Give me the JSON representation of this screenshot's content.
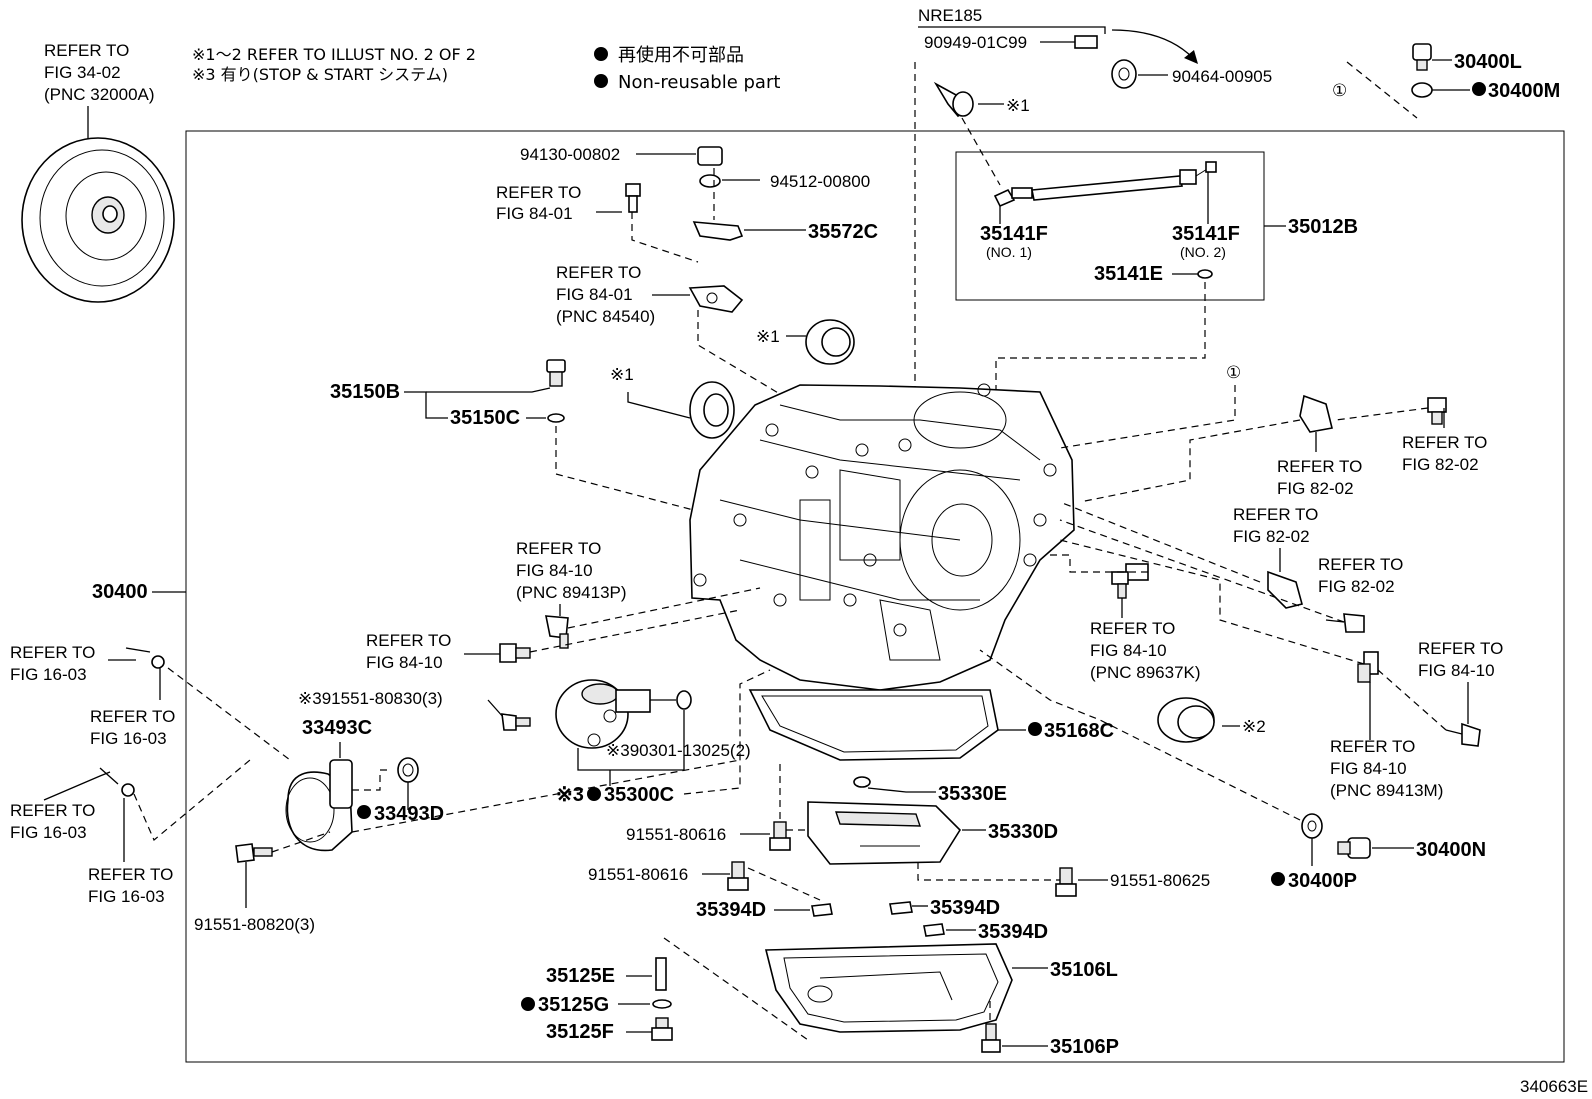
{
  "notes": {
    "line1": "※1～2 REFER TO ILLUST NO. 2 OF 2",
    "line2": "※3 有り(STOP & START システム)"
  },
  "legend": {
    "jp": "再使用不可部品",
    "en": "Non-reusable part"
  },
  "variant": "NRE185",
  "diagram_id": "340663E",
  "refs": {
    "fig_34_02": [
      "REFER TO",
      "FIG 34-02",
      "(PNC 32000A)"
    ],
    "fig_84_01_a": [
      "REFER TO",
      "FIG 84-01"
    ],
    "fig_84_01_b": [
      "REFER TO",
      "FIG 84-01",
      "(PNC 84540)"
    ],
    "fig_84_10_a": [
      "REFER TO",
      "FIG 84-10",
      "(PNC 89413P)"
    ],
    "fig_84_10_b": [
      "REFER TO",
      "FIG 84-10"
    ],
    "fig_84_10_c": [
      "REFER TO",
      "FIG 84-10",
      "(PNC 89637K)"
    ],
    "fig_84_10_d": [
      "REFER TO",
      "FIG 84-10"
    ],
    "fig_84_10_e": [
      "REFER TO",
      "FIG 84-10",
      "(PNC 89413M)"
    ],
    "fig_82_02_a": [
      "REFER TO",
      "FIG 82-02"
    ],
    "fig_82_02_b": [
      "REFER TO",
      "FIG 82-02"
    ],
    "fig_82_02_c": [
      "REFER TO",
      "FIG 82-02"
    ],
    "fig_82_02_d": [
      "REFER TO",
      "FIG 82-02"
    ],
    "fig_16_03_a": [
      "REFER TO",
      "FIG 16-03"
    ],
    "fig_16_03_b": [
      "REFER TO",
      "FIG 16-03"
    ],
    "fig_16_03_c": [
      "REFER TO",
      "FIG 16-03"
    ],
    "fig_16_03_d": [
      "REFER TO",
      "FIG 16-03"
    ]
  },
  "parts": {
    "p30400": "30400",
    "p30400L": "30400L",
    "p30400M": "30400M",
    "p30400N": "30400N",
    "p30400P": "30400P",
    "p90949": "90949-01C99",
    "p90464": "90464-00905",
    "m1_bolt": "※1",
    "p35141F_1": "35141F",
    "p35141F_1_note": "(NO. 1)",
    "p35141F_2": "35141F",
    "p35141F_2_note": "(NO. 2)",
    "p35012B": "35012B",
    "p35141E": "35141E",
    "p94130": "94130-00802",
    "p94512": "94512-00800",
    "p35572C": "35572C",
    "m1_seal_a": "※1",
    "m1_seal_b": "※1",
    "p35150B": "35150B",
    "p35150C": "35150C",
    "p91551_80830": "※391551-80830(3)",
    "p33493C": "33493C",
    "p33493D": "33493D",
    "p90301": "※390301-13025(2)",
    "p35300C": "※3",
    "p35300C_num": "35300C",
    "p35168C": "35168C",
    "m2": "※2",
    "p35330E": "35330E",
    "p35330D": "35330D",
    "p91551_80616_a": "91551-80616",
    "p91551_80616_b": "91551-80616",
    "p91551_80625": "91551-80625",
    "p91551_80820": "91551-80820(3)",
    "p35394D_a": "35394D",
    "p35394D_b": "35394D",
    "p35394D_c": "35394D",
    "p35125E": "35125E",
    "p35125G": "35125G",
    "p35125F": "35125F",
    "p35106L": "35106L",
    "p35106P": "35106P",
    "circle1": "①"
  }
}
